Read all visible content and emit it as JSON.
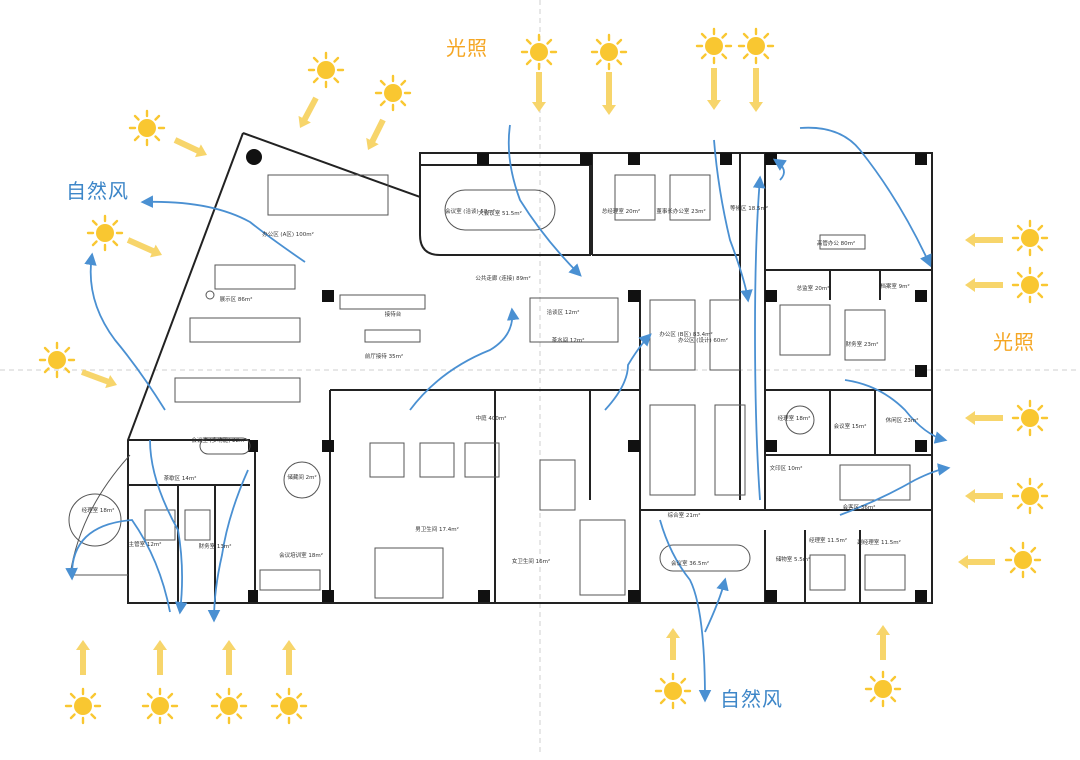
{
  "labels": {
    "light": "光照",
    "wind": "自然风"
  },
  "rooms": [
    {
      "name": "会议室 (洽谈) 58m²"
    },
    {
      "name": "大会议室 51.5m²"
    },
    {
      "name": "总经理室 20m²"
    },
    {
      "name": "董事长办公室 23m²"
    },
    {
      "name": "等候区 18.5m²"
    },
    {
      "name": "高管办公 80m²"
    },
    {
      "name": "展示区 86m²"
    },
    {
      "name": "办公区 (A区) 100m²"
    },
    {
      "name": "接待台"
    },
    {
      "name": "前厅接待 35m²"
    },
    {
      "name": "茶水间 12m²"
    },
    {
      "name": "洽谈区 12m²"
    },
    {
      "name": "公共走廊 (连接) 89m²"
    },
    {
      "name": "办公区 (B区) 83.4m²"
    },
    {
      "name": "财务室 23m²"
    },
    {
      "name": "档案室 9m²"
    },
    {
      "name": "总监室 20m²"
    },
    {
      "name": "经理室 18m²"
    },
    {
      "name": "会议室 15m²"
    },
    {
      "name": "休闲区 23m²"
    },
    {
      "name": "会议室 (多功能) 22m²"
    },
    {
      "name": "茶歇区 14m²"
    },
    {
      "name": "会客区 36m²"
    },
    {
      "name": "经理室 18m²"
    },
    {
      "name": "主管室 12m²"
    },
    {
      "name": "财务室 13m²"
    },
    {
      "name": "会议培训室 18m²"
    },
    {
      "name": "男卫生间 17.4m²"
    },
    {
      "name": "女卫生间 16m²"
    },
    {
      "name": "储藏间 2m²"
    },
    {
      "name": "综合室 21m²"
    },
    {
      "name": "会议室 36.5m²"
    },
    {
      "name": "储物室 5.5m²"
    },
    {
      "name": "经理室 11.5m²"
    },
    {
      "name": "副经理室 11.5m²"
    },
    {
      "name": "文印区 10m²"
    },
    {
      "name": "中庭 400m²"
    },
    {
      "name": "办公区 (设计) 60m²"
    }
  ],
  "colors": {
    "sun": "#f9c731",
    "sun_arrow": "#f7d56b",
    "light_text": "#f5a623",
    "wind": "#4a90d2",
    "wind_text": "#3d86c8",
    "wall": "#222222",
    "guide_line": "#cfcfcf"
  },
  "icons": [
    "sun-icon",
    "light-arrow-icon",
    "wind-arrow-icon"
  ]
}
